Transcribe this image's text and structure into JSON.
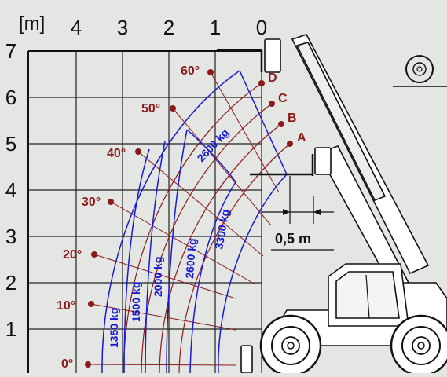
{
  "diagram": {
    "unit_label": "[m]",
    "x_ticks": [
      "4",
      "3",
      "2",
      "1",
      "0"
    ],
    "y_ticks": [
      "7",
      "6",
      "5",
      "4",
      "3",
      "2",
      "1"
    ],
    "angles": [
      "0°",
      "10°",
      "20°",
      "30°",
      "40°",
      "50°",
      "60°"
    ],
    "positions": [
      "A",
      "B",
      "C",
      "D"
    ],
    "load_zones": [
      "1350 kg",
      "1500 kg",
      "2000 kg",
      "2600 kg",
      "3300 kg",
      "2600 kg"
    ],
    "dimension": "0,5 m"
  },
  "colors": {
    "background": "#e4e6e3",
    "grid": "#222222",
    "angle_lines": "#8b1a1a",
    "load_lines": "#1a1ad0",
    "machine": "#111111"
  },
  "icons": [
    "front-wheel-icon",
    "rear-wheel-icon",
    "fork-attachment-icon",
    "operator-cab-icon",
    "telescopic-boom-icon"
  ]
}
